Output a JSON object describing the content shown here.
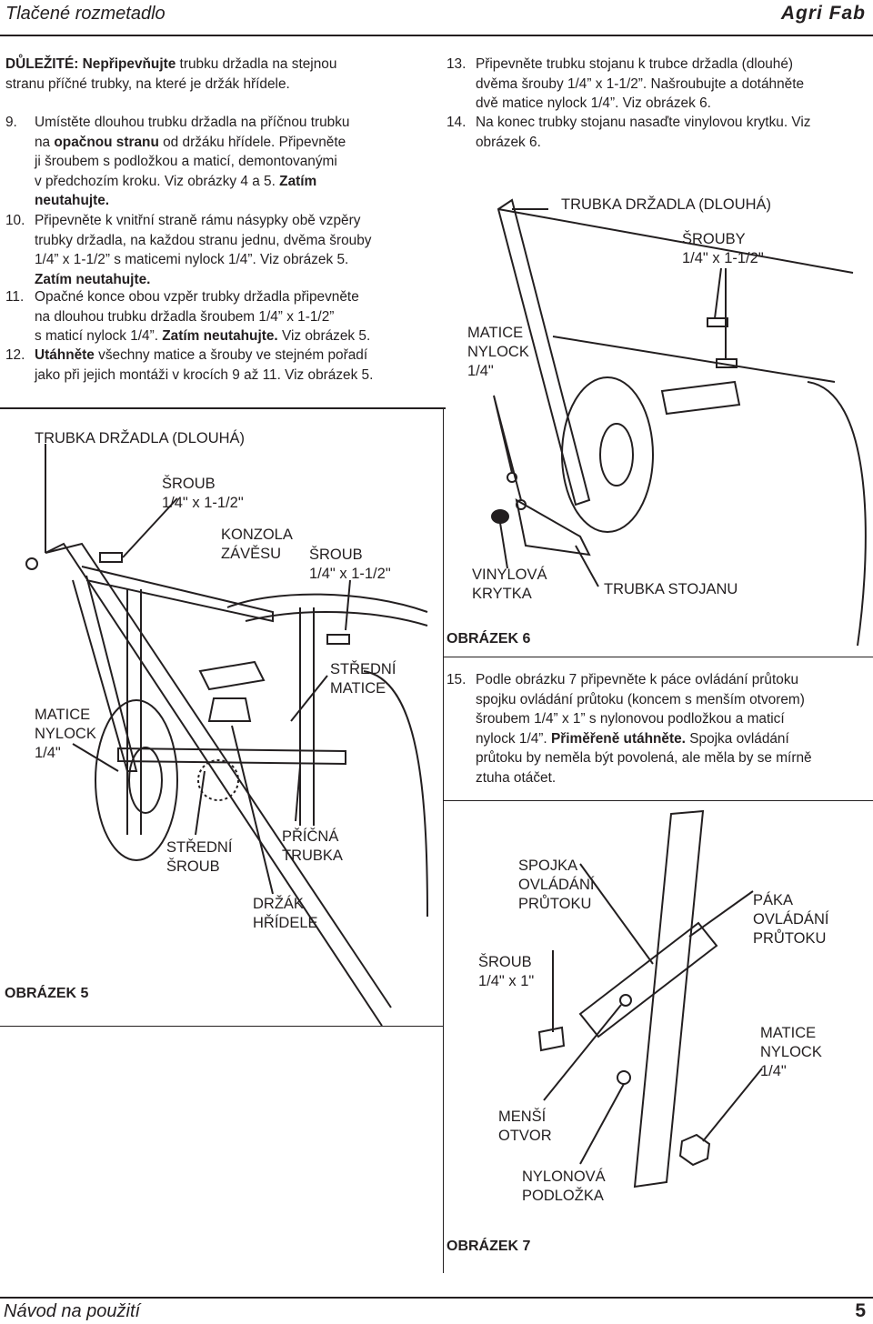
{
  "header": {
    "left_title": "Tlačené rozmetadlo",
    "brand": "Agri Fab"
  },
  "left_text": {
    "important_label": "DŮLEŽITÉ:",
    "important_bold": " Nepřipevňujte",
    "important_rest_1": " trubku držadla na stejnou",
    "important_rest_2": "stranu příčné trubky, na které je držák hřídele.",
    "steps": [
      {
        "num": "9.",
        "l1a": "Umístěte dlouhou trubku držadla na příčnou trubku",
        "l2a": "na ",
        "l2b": "opačnou stranu",
        "l2c": " od držáku hřídele. Připevněte",
        "l3": "ji šroubem s podložkou a maticí, demontovanými",
        "l4a": "v předchozím kroku. Viz obrázky 4 a 5. ",
        "l4b": "Zatím",
        "l5": "neutahujte."
      },
      {
        "num": "10.",
        "l1": "Připevněte k vnitřní straně rámu násypky obě vzpěry",
        "l2": "trubky držadla, na každou stranu jednu, dvěma šrouby",
        "l3": "1/4” x 1-1/2” s maticemi nylock 1/4”. Viz obrázek 5.",
        "l4": "Zatím neutahujte."
      },
      {
        "num": "11.",
        "l1": "Opačné konce obou vzpěr trubky držadla připevněte",
        "l2": "na dlouhou trubku držadla šroubem 1/4” x 1-1/2”",
        "l3a": "s maticí nylock 1/4”. ",
        "l3b": "Zatím neutahujte.",
        "l3c": " Viz obrázek 5."
      },
      {
        "num": "12.",
        "l1a": "Utáhněte",
        "l1b": " všechny matice a šrouby ve stejném pořadí",
        "l2": "jako při jejich montáži v krocích 9 až 11. Viz obrázek 5."
      }
    ]
  },
  "right_text": {
    "steps": [
      {
        "num": "13.",
        "l1": "Připevněte trubku stojanu k trubce držadla (dlouhé)",
        "l2": "dvěma šrouby 1/4” x 1-1/2”. Našroubujte a dotáhněte",
        "l3": "dvě matice nylock 1/4”.  Viz obrázek 6."
      },
      {
        "num": "14.",
        "l1": "Na konec trubky stojanu nasaďte vinylovou krytku. Viz",
        "l2": "obrázek 6."
      }
    ],
    "step15": {
      "num": "15.",
      "l1": "Podle obrázku 7 připevněte k páce ovládání průtoku",
      "l2": "spojku ovládání průtoku (koncem s menším otvorem)",
      "l3": "šroubem 1/4” x 1” s nylonovou podložkou a maticí",
      "l4a": "nylock 1/4”. ",
      "l4b": "Přiměřeně utáhněte.",
      "l4c": " Spojka ovládání",
      "l5": "průtoku by neměla být povolená, ale měla by se mírně",
      "l6": "ztuha otáčet."
    }
  },
  "figure5": {
    "caption": "OBRÁZEK 5",
    "labels": {
      "handle_tube": "TRUBKA DRŽADLA (DLOUHÁ)",
      "bolt1_l1": "ŠROUB",
      "bolt1_l2": "1/4\" x 1-1/2\"",
      "bracket_l1": "KONZOLA",
      "bracket_l2": "ZÁVĚSU",
      "bolt2_l1": "ŠROUB",
      "bolt2_l2": "1/4\" x 1-1/2\"",
      "center_nut_l1": "STŘEDNÍ",
      "center_nut_l2": "MATICE",
      "nylock_l1": "MATICE",
      "nylock_l2": "NYLOCK",
      "nylock_l3": "1/4\"",
      "center_bolt_l1": "STŘEDNÍ",
      "center_bolt_l2": "ŠROUB",
      "cross_tube_l1": "PŘÍČNÁ",
      "cross_tube_l2": "TRUBKA",
      "shaft_holder_l1": "DRŽÁK",
      "shaft_holder_l2": "HŘÍDELE"
    }
  },
  "figure6": {
    "caption": "OBRÁZEK 6",
    "labels": {
      "handle_tube": "TRUBKA DRŽADLA (DLOUHÁ)",
      "bolts_l1": "ŠROUBY",
      "bolts_l2": "1/4\" x 1-1/2\"",
      "nylock_l1": "MATICE",
      "nylock_l2": "NYLOCK",
      "nylock_l3": "1/4\"",
      "cap_l1": "VINYLOVÁ",
      "cap_l2": "KRYTKA",
      "stand_tube": "TRUBKA STOJANU"
    }
  },
  "figure7": {
    "caption": "OBRÁZEK 7",
    "labels": {
      "link_l1": "SPOJKA",
      "link_l2": "OVLÁDÁNÍ",
      "link_l3": "PRŮTOKU",
      "lever_l1": "PÁKA",
      "lever_l2": "OVLÁDÁNÍ",
      "lever_l3": "PRŮTOKU",
      "bolt_l1": "ŠROUB",
      "bolt_l2": "1/4\" x 1\"",
      "nut_l1": "MATICE",
      "nut_l2": "NYLOCK",
      "nut_l3": "1/4\"",
      "small_hole_l1": "MENŠÍ",
      "small_hole_l2": "OTVOR",
      "washer_l1": "NYLONOVÁ",
      "washer_l2": "PODLOŽKA"
    }
  },
  "footer": {
    "left": "Návod na použití",
    "page_number": "5"
  }
}
